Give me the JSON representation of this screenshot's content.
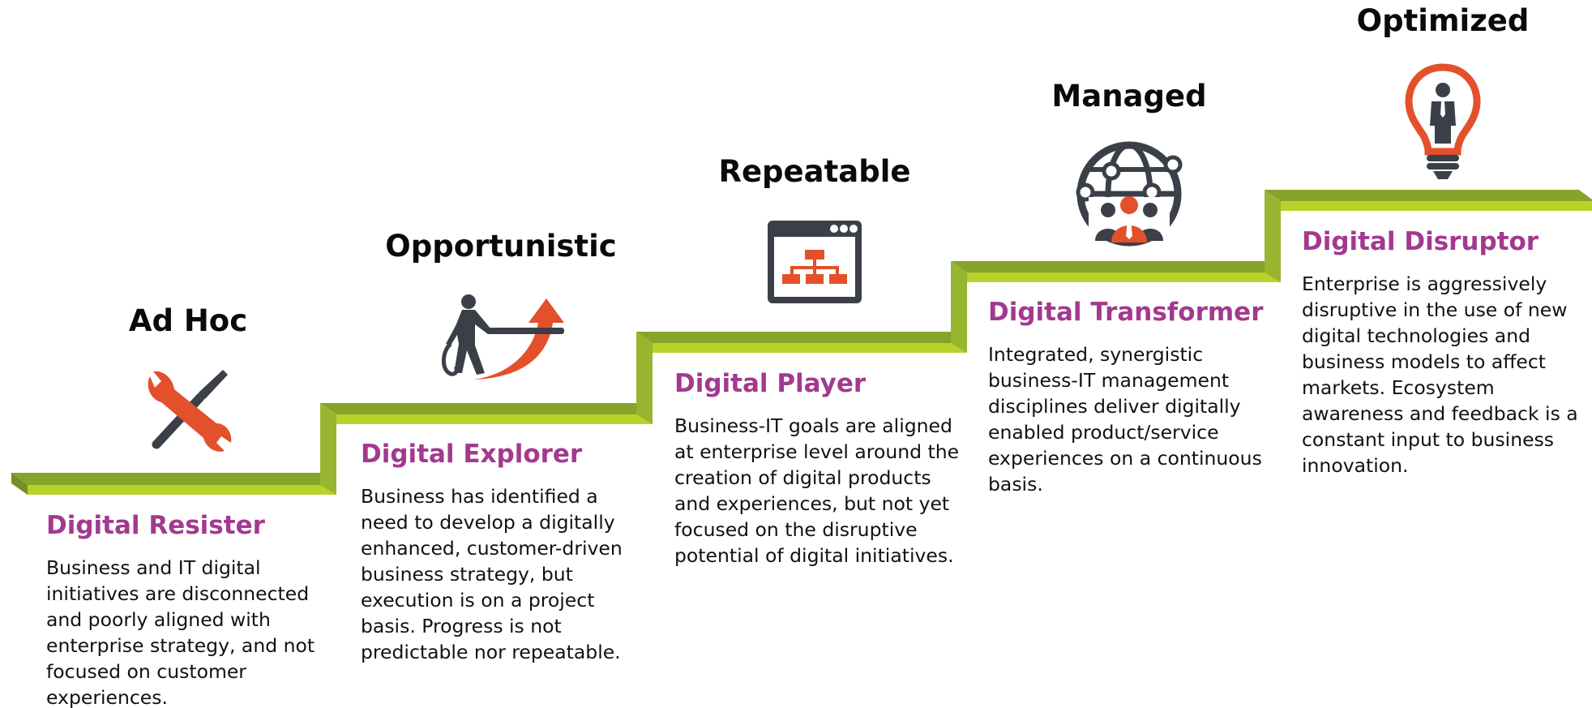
{
  "colors": {
    "step_top": "#b7d32a",
    "step_shadow": "#86a32a",
    "step_riser": "#98b52f",
    "title_purple": "#a3398f",
    "icon_orange": "#e2512b",
    "icon_dark": "#3b4048"
  },
  "stages": [
    {
      "level": "Ad Hoc",
      "title": "Digital Resister",
      "description": "Business and IT digital\ninitiatives are disconnected\nand poorly aligned with\nenterprise strategy, and not\nfocused on customer\nexperiences.",
      "icon": "wrench-screwdriver-icon"
    },
    {
      "level": "Opportunistic",
      "title": "Digital Explorer",
      "description": "Business has identified a\nneed to develop a digitally\nenhanced, customer-driven\nbusiness strategy, but\nexecution is on a project\nbasis. Progress is not\npredictable nor repeatable.",
      "icon": "man-pulling-arrow-icon"
    },
    {
      "level": "Repeatable",
      "title": "Digital Player",
      "description": "Business-IT goals are aligned\nat enterprise level around the\ncreation of digital products\nand experiences, but not yet\nfocused on the disruptive\npotential of digital initiatives.",
      "icon": "browser-sitemap-icon"
    },
    {
      "level": "Managed",
      "title": "Digital Transformer",
      "description": "Integrated, synergistic\nbusiness-IT management\ndisciplines deliver digitally\nenabled product/service\nexperiences on a continuous\nbasis.",
      "icon": "globe-people-icon"
    },
    {
      "level": "Optimized",
      "title": "Digital Disruptor",
      "description": "Enterprise is aggressively\ndisruptive in the use of new\ndigital technologies and\nbusiness models to affect\nmarkets. Ecosystem\nawareness and feedback is a\nconstant input to business\ninnovation.",
      "icon": "lightbulb-person-icon"
    }
  ]
}
